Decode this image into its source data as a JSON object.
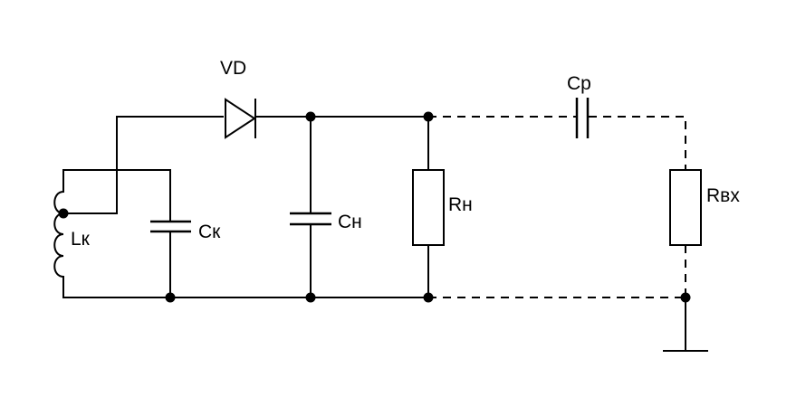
{
  "colors": {
    "line": "#000000",
    "background": "#ffffff"
  },
  "labels": {
    "diode": "VD",
    "coupling_capacitor": "Cp",
    "load_resistor": "Rн",
    "input_resistor": "Rвх",
    "coil": "Lк",
    "tank_capacitor": "Cк",
    "load_capacitor": "Cн"
  },
  "components": [
    {
      "id": "coil",
      "type": "inductor",
      "icon": "inductor-icon"
    },
    {
      "id": "tank_capacitor",
      "type": "capacitor",
      "icon": "capacitor-icon"
    },
    {
      "id": "diode",
      "type": "diode",
      "icon": "diode-icon"
    },
    {
      "id": "load_capacitor",
      "type": "capacitor",
      "icon": "capacitor-icon"
    },
    {
      "id": "load_resistor",
      "type": "resistor",
      "icon": "resistor-icon"
    },
    {
      "id": "coupling_capacitor",
      "type": "capacitor",
      "icon": "capacitor-icon",
      "connection": "dashed"
    },
    {
      "id": "input_resistor",
      "type": "resistor",
      "icon": "resistor-icon",
      "connection": "dashed"
    },
    {
      "id": "ground",
      "type": "ground",
      "icon": "ground-icon"
    }
  ]
}
